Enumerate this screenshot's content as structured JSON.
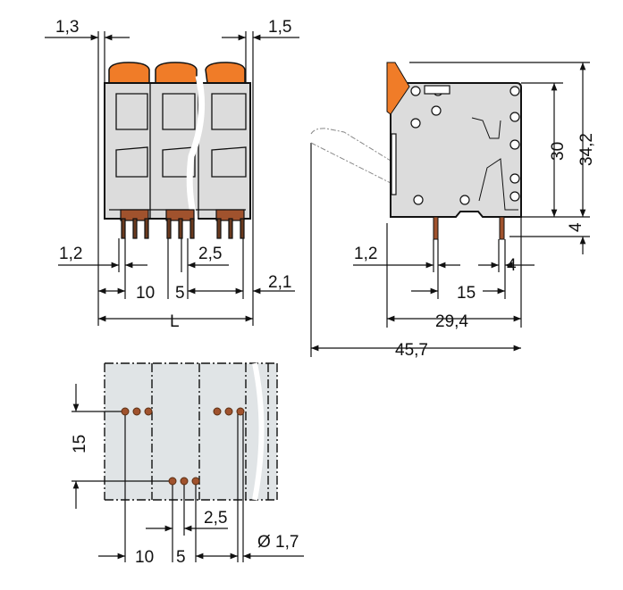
{
  "colors": {
    "housing": "#dcdcdc",
    "lever": "#f07c28",
    "pin": "#a0522d",
    "bottom_view": "#e0e4e6"
  },
  "front_view": {
    "dim_top_left": "1,3",
    "dim_top_right": "1,5",
    "dim_pin_width": "1,2",
    "dim_pin_pitch": "2,5",
    "dim_pitch": "10",
    "dim_offset": "5",
    "dim_right": "2,1",
    "dim_length": "L"
  },
  "side_view": {
    "dim_pin_width": "1,2",
    "dim_pin_offset": "4",
    "dim_pin_spacing": "15",
    "dim_depth": "29,4",
    "dim_total_depth": "45,7",
    "dim_height": "30",
    "dim_total_height": "34,2",
    "dim_pin_length": "4"
  },
  "bottom_view": {
    "dim_row_spacing": "15",
    "dim_pin_pitch": "2,5",
    "dim_pitch": "10",
    "dim_offset": "5",
    "dim_hole_diameter": "Ø 1,7"
  }
}
